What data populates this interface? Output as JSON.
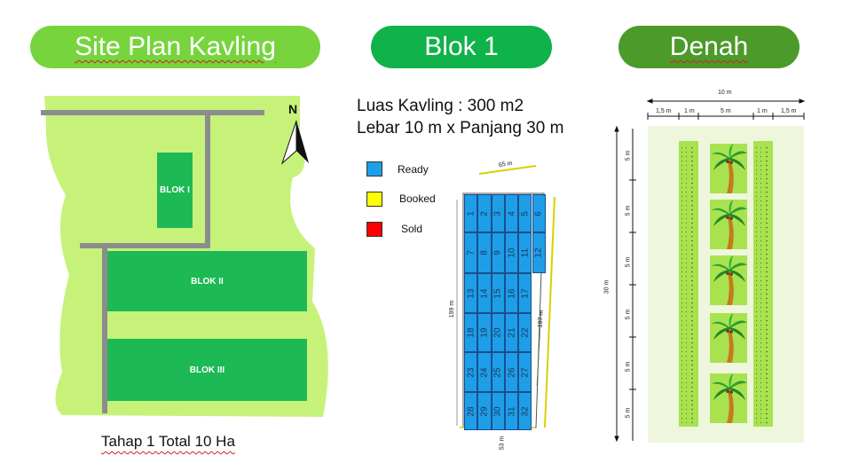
{
  "titles": {
    "site_plan": "Site Plan Kavling",
    "blok": "Blok 1",
    "denah": "Denah"
  },
  "site_plan": {
    "north": "N",
    "blocks": [
      "BLOK I",
      "BLOK II",
      "BLOK III"
    ],
    "footer": "Tahap 1 Total 10 Ha",
    "colors": {
      "land": "#c6f27a",
      "block": "#1db954",
      "road": "#8c8c8c"
    }
  },
  "blok": {
    "luas": "Luas Kavling : 300 m2",
    "lebar": "Lebar 10 m x Panjang 30 m",
    "legend": [
      {
        "label": "Ready",
        "color": "#1e9ee8"
      },
      {
        "label": "Booked",
        "color": "#ffff00"
      },
      {
        "label": "Sold",
        "color": "#ff0000"
      }
    ],
    "dims": {
      "top": "65 m",
      "left": "199 m",
      "right": "197 m",
      "bottom": "53 m"
    },
    "lots": [
      [
        "1",
        "2",
        "3",
        "4",
        "5",
        "6"
      ],
      [
        "7",
        "8",
        "9",
        "10",
        "11",
        "12"
      ],
      [
        "13",
        "14",
        "15",
        "16",
        "17"
      ],
      [
        "18",
        "19",
        "20",
        "21",
        "22"
      ],
      [
        "23",
        "24",
        "25",
        "26",
        "27"
      ],
      [
        "28",
        "29",
        "30",
        "31",
        "32"
      ]
    ]
  },
  "denah": {
    "top_total": "10 m",
    "top_parts": [
      "1,5 m",
      "1 m",
      "5 m",
      "1 m",
      "1,5 m"
    ],
    "total_length": "30 m",
    "side_parts": [
      "5 m",
      "5 m",
      "5 m",
      "5 m",
      "5 m",
      "5 m"
    ]
  }
}
